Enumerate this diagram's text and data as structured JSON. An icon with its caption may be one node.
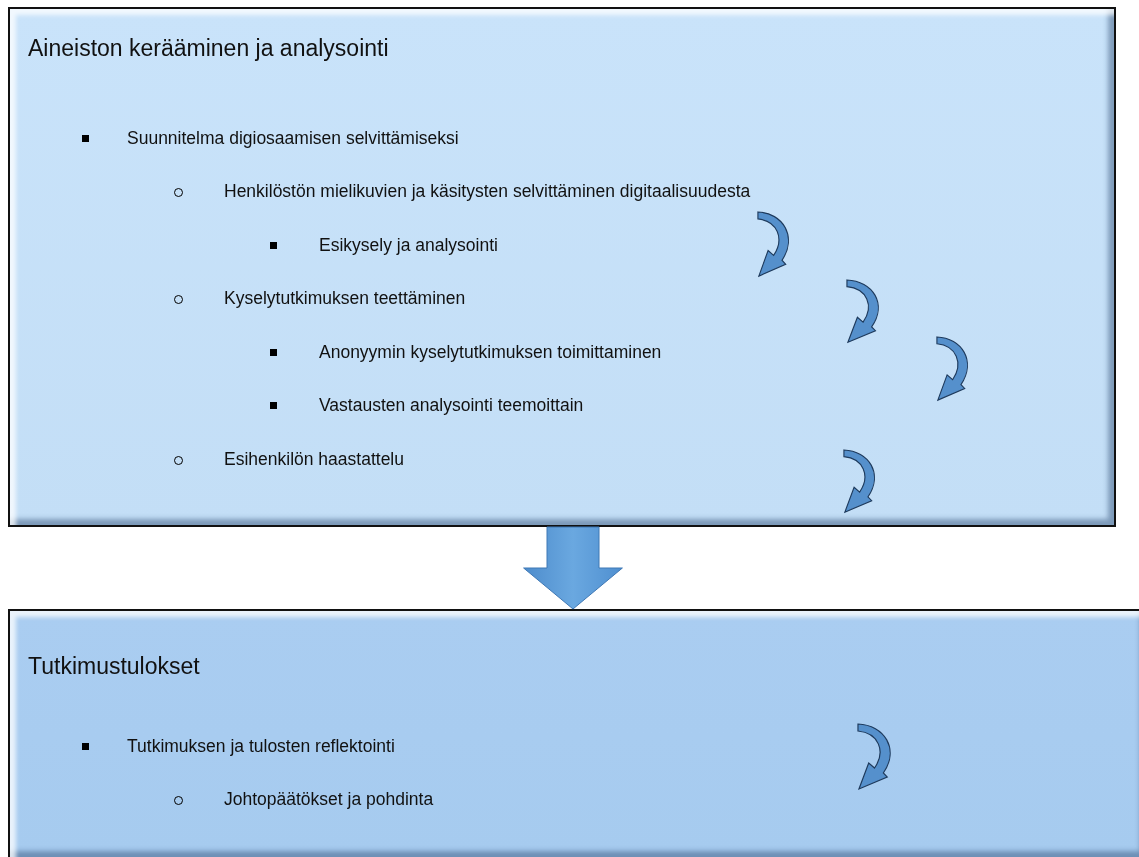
{
  "diagram": {
    "nodes": [
      {
        "text": [
          "Aineiston kerääminen ja analysointi",
          "Suunnitelma digiosaamisen selvittämiseksi",
          "Henkilöstön mielikuvien ja käsitysten selvittäminen digitaalisuudesta",
          "Esikysely ja analysointi",
          "Kyselytutkimuksen teettäminen",
          "Anonyymin kyselytutkimuksen toimittaminen",
          "Vastausten analysointi teemoittain",
          "Esihenkilön haastattelu"
        ]
      },
      {
        "text": [
          "Tutkimustulokset",
          "Tutkimuksen ja tulosten reflektointi",
          "Johtopäätökset ja pohdinta"
        ]
      }
    ],
    "edges": [
      {
        "from": 0,
        "to": 1,
        "arrow": "to",
        "style": "thick"
      }
    ]
  }
}
